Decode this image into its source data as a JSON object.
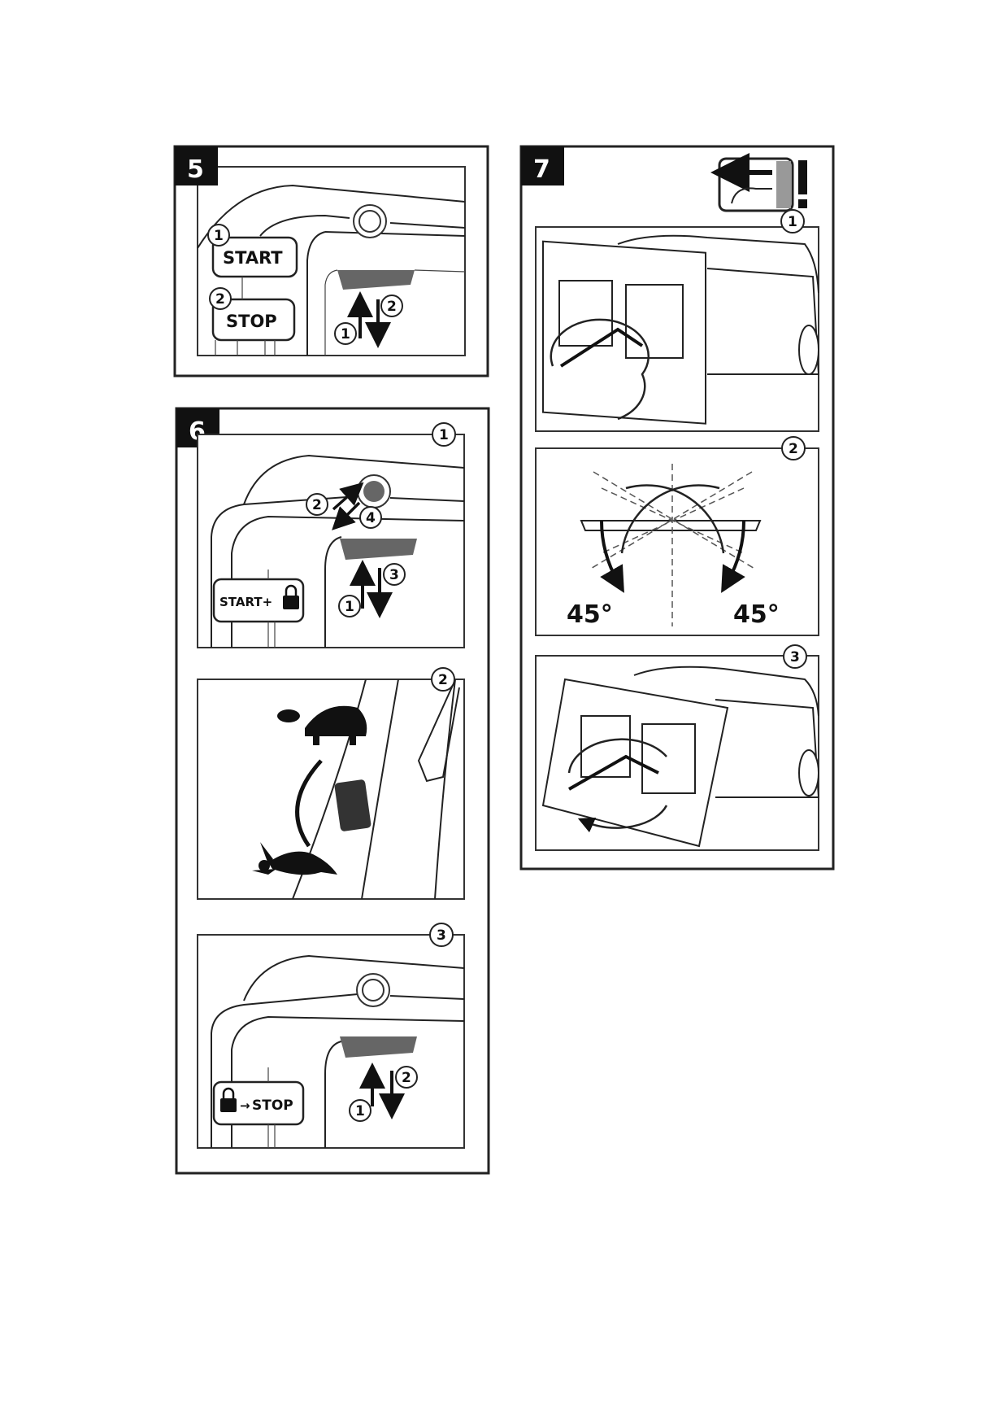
{
  "steps": [
    {
      "number": "5",
      "buttons": {
        "start": "START",
        "stop": "STOP"
      },
      "callouts": [
        "1",
        "2",
        "1",
        "2"
      ]
    },
    {
      "number": "6",
      "panels": [
        {
          "index": "1",
          "button": "START+",
          "callouts": [
            "2",
            "4",
            "1",
            "3"
          ]
        },
        {
          "index": "2"
        },
        {
          "index": "3",
          "button": "STOP",
          "callouts": [
            "1",
            "2"
          ]
        }
      ]
    },
    {
      "number": "7",
      "panels": [
        {
          "index": "1"
        },
        {
          "index": "2",
          "angle_left": "45°",
          "angle_right": "45°"
        },
        {
          "index": "3"
        }
      ]
    }
  ]
}
